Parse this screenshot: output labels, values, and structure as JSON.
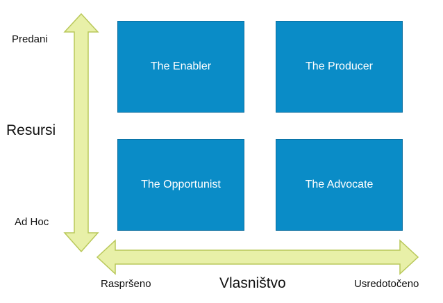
{
  "colors": {
    "box_fill": "#0a8cc7",
    "arrow_fill": "#e8f0a8",
    "arrow_stroke": "#b9c85a"
  },
  "quadrants": {
    "top_left": "The Enabler",
    "top_right": "The Producer",
    "bottom_left": "The Opportunist",
    "bottom_right": "The Advocate"
  },
  "vertical_axis": {
    "title": "Resursi",
    "top_label": "Predani",
    "bottom_label": "Ad Hoc"
  },
  "horizontal_axis": {
    "title": "Vlasništvo",
    "left_label": "Raspršeno",
    "right_label": "Usredotočeno"
  }
}
